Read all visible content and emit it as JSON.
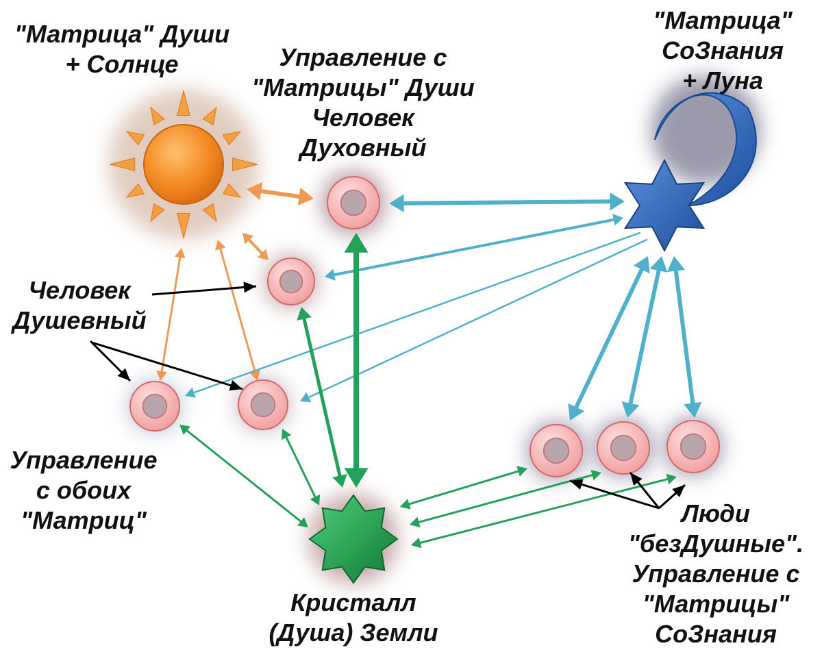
{
  "labels": {
    "soul_matrix": [
      "\"Матрица\" Души",
      "+ Солнце"
    ],
    "spiritual": [
      "Управление с",
      "\"Матрицы\" Души",
      "Человек",
      "Духовный"
    ],
    "consciousness_matrix": [
      "\"Матрица\"",
      "СоЗнания",
      "+ Луна"
    ],
    "soulful": [
      "Человек",
      "Душевный"
    ],
    "both": [
      "Управление",
      "с обоих",
      "\"Матриц\""
    ],
    "crystal": [
      "Кристалл",
      "(Душа) Земли"
    ],
    "soulless": [
      "Люди",
      "\"безДушные\".",
      "Управление с",
      "\"Матрицы\"",
      "СоЗнания"
    ]
  },
  "colors": {
    "sun": "#f08a24",
    "sun_ray": "#f4a040",
    "sun_arrows": "#ee9a55",
    "moon": "#2f6fc0",
    "star": "#2f62b5",
    "consciousness_arrows": "#4fb0cc",
    "crystal": "#1fa34a",
    "crystal_arrows": "#23a15a",
    "ring": "#f6b7b7",
    "ring_hole": "#b9a6ad",
    "text": "#111111"
  },
  "nodes": [
    {
      "id": "sun",
      "shape": "sun-icon"
    },
    {
      "id": "moon",
      "shape": "crescent-moon-icon"
    },
    {
      "id": "star",
      "shape": "six-point-star-icon"
    },
    {
      "id": "crystal",
      "shape": "eight-point-star-icon"
    },
    {
      "id": "ring-spiritual",
      "shape": "ring-icon"
    },
    {
      "id": "ring-soulful-top",
      "shape": "ring-icon"
    },
    {
      "id": "ring-left",
      "shape": "ring-icon"
    },
    {
      "id": "ring-mid",
      "shape": "ring-icon"
    },
    {
      "id": "ring-r1",
      "shape": "ring-icon"
    },
    {
      "id": "ring-r2",
      "shape": "ring-icon"
    },
    {
      "id": "ring-r3",
      "shape": "ring-icon"
    }
  ]
}
